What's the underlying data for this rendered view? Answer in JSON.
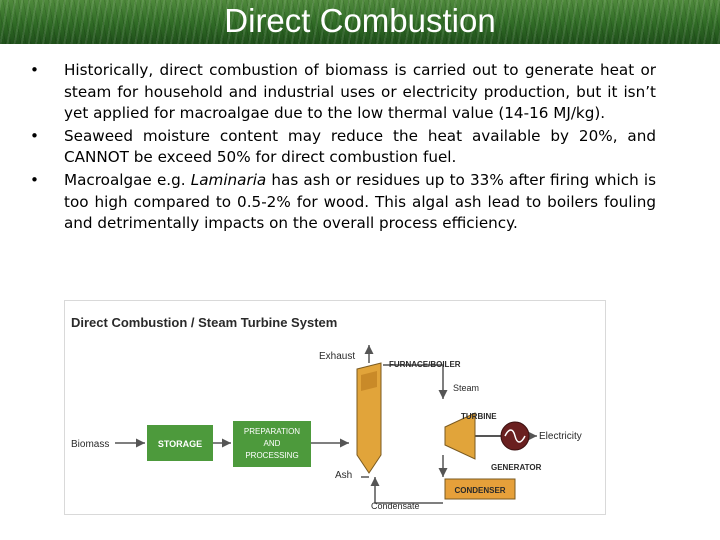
{
  "slide": {
    "title": "Direct Combustion",
    "bullet_symbol": "•",
    "bullets": [
      {
        "text": "Historically, direct combustion of biomass is carried out to generate heat or steam for household and industrial uses or electricity production, but it isn’t yet applied for macroalgae due to the low thermal value (14-16 MJ/kg)."
      },
      {
        "text": " Seaweed moisture content may reduce the heat available by 20%, and CANNOT be exceed 50% for direct combustion fuel."
      },
      {
        "pre": "Macroalgae e.g. ",
        "italic": "Laminaria",
        "post": " has ash or residues up to 33% after firing which is too high compared to 0.5-2% for wood. This algal ash lead to boilers fouling and detrimentally impacts on the overall process efficiency."
      }
    ]
  },
  "diagram": {
    "title": "Direct Combustion / Steam Turbine System",
    "labels": {
      "exhaust": "Exhaust",
      "furnace": "FURNACE/BOILER",
      "steam": "Steam",
      "turbine": "TURBINE",
      "biomass": "Biomass",
      "storage": "STORAGE",
      "prep1": "PREPARATION",
      "prep2": "AND",
      "prep3": "PROCESSING",
      "electricity": "Electricity",
      "generator": "GENERATOR",
      "ash": "Ash",
      "condenser": "CONDENSER",
      "condensate": "Condensate"
    },
    "colors": {
      "green_box": "#4d9a3c",
      "furnace_fill": "#e1a43a",
      "condenser_fill": "#e6a03a",
      "generator_fill": "#6a2020",
      "line": "#555555"
    }
  }
}
